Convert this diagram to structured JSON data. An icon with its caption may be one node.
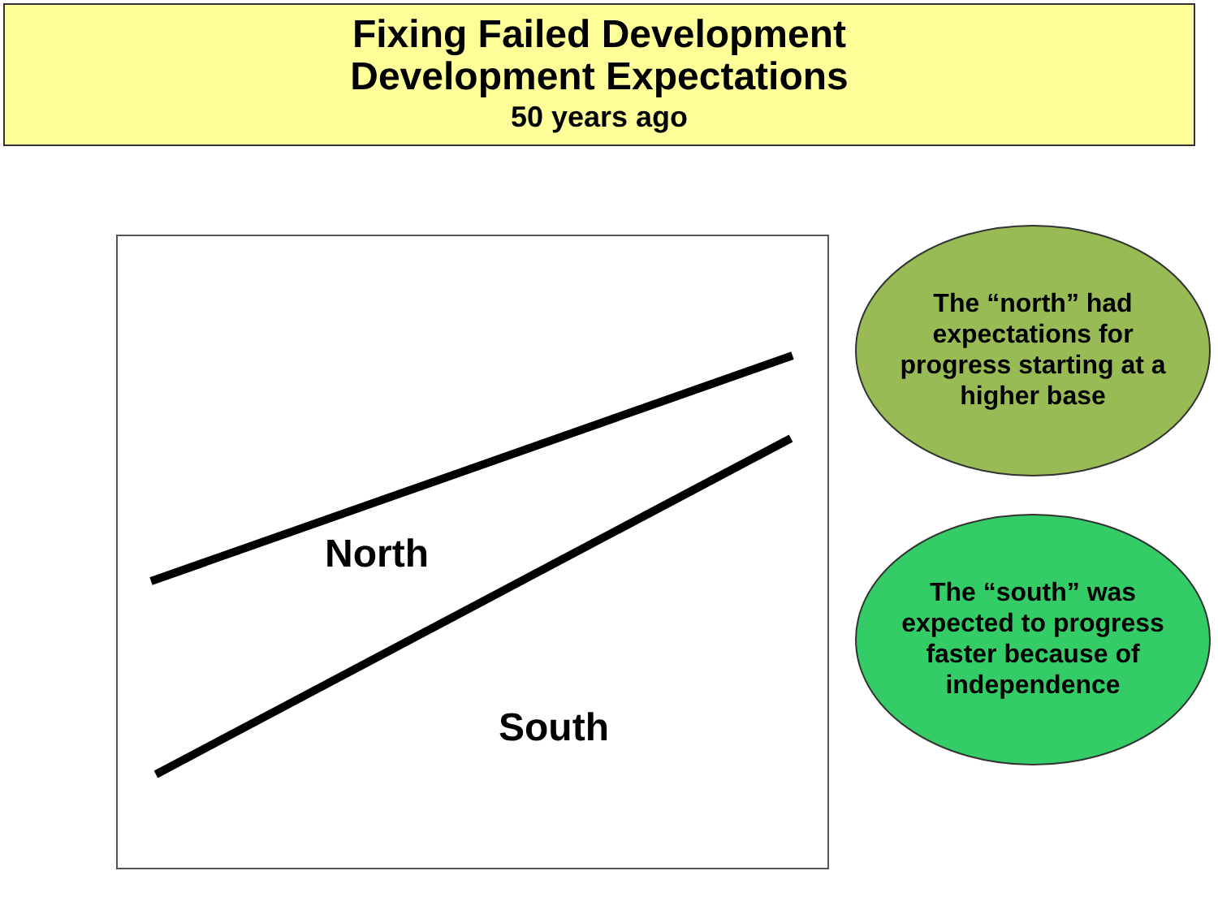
{
  "diagram": {
    "title": "Fixing Failed Development Development Expectations",
    "nodes": [
      {
        "text": [
          "The “north” had expectations for progress starting at a higher base"
        ]
      },
      {
        "text": [
          "The “south” was expected to progress faster because of independence"
        ]
      }
    ],
    "labels": [
      "50 years ago",
      "North",
      "South"
    ]
  }
}
